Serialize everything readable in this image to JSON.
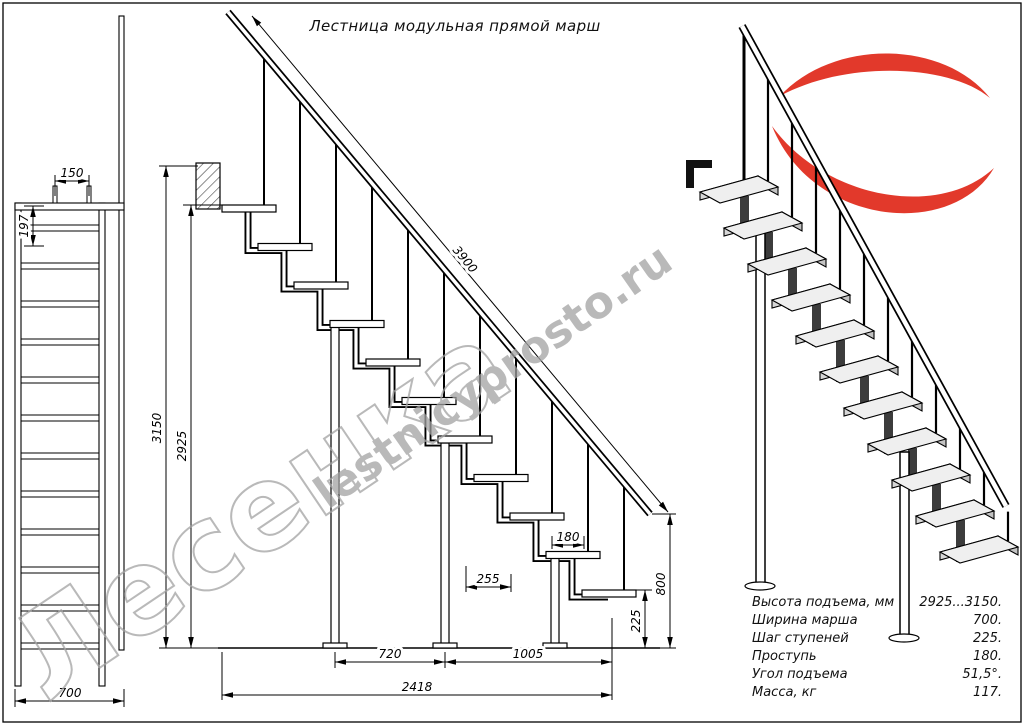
{
  "title": "Лестница модульная прямой марш",
  "watermark": {
    "brand": "Лесенка",
    "site": "lestnicyprosto.ru"
  },
  "colors": {
    "ink": "#000000",
    "logo_red": "#e2392b",
    "watermark_gray": "#a2a2a2"
  },
  "front_view": {
    "dims": {
      "top_spacing": "150",
      "top_rise": "197",
      "width": "700"
    }
  },
  "side_view": {
    "dims": {
      "rail_length": "3900",
      "height_max": "3150",
      "height_min": "2925",
      "tread_depth": "180",
      "module_run": "255",
      "bottom_rise": "225",
      "leg_span": "720",
      "end_span": "1005",
      "rail_end_height": "800",
      "total_run": "2418"
    }
  },
  "specs": {
    "rows": [
      {
        "label": "Высота подъема, мм",
        "value": "2925...3150."
      },
      {
        "label": "Ширина марша",
        "value": "700."
      },
      {
        "label": "Шаг ступеней",
        "value": "225."
      },
      {
        "label": "Проступь",
        "value": "180."
      },
      {
        "label": "Угол подъема",
        "value": "51,5°."
      },
      {
        "label": "Масса, кг",
        "value": "117."
      }
    ]
  }
}
